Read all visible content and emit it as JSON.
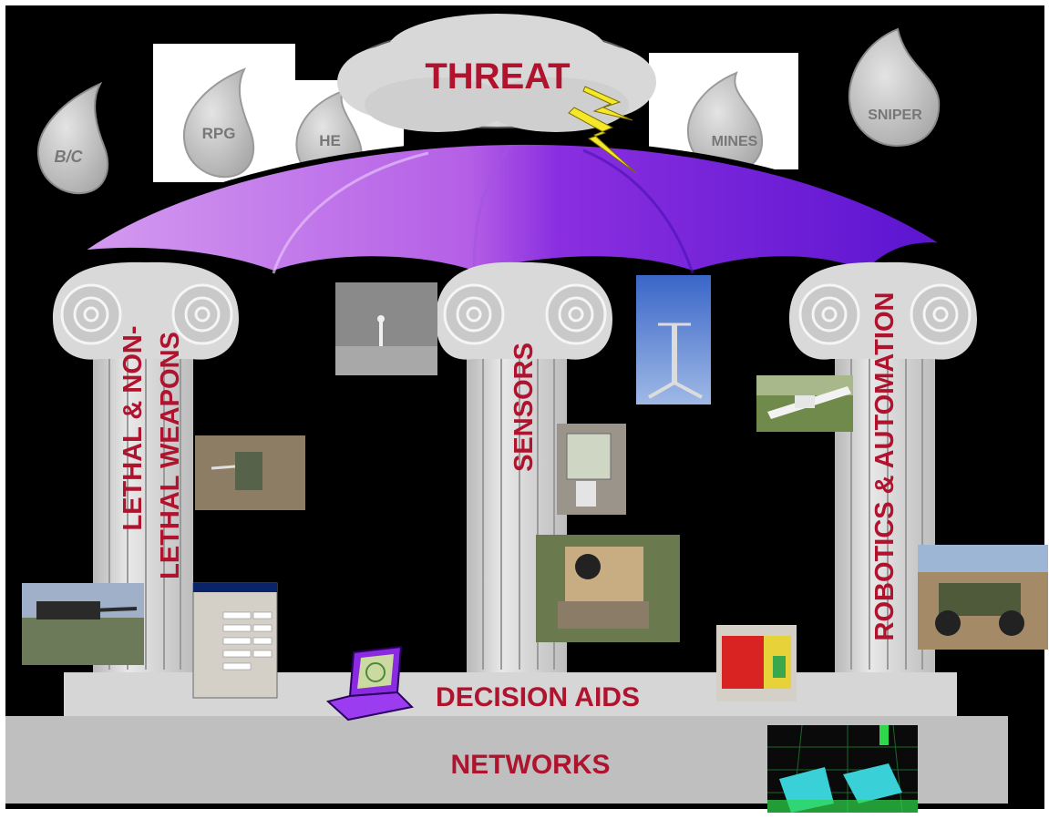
{
  "threat_title": "THREAT",
  "threats": {
    "bc": "B/C",
    "rpg": "RPG",
    "he": "HE",
    "mines": "MINES",
    "sniper": "SNIPER"
  },
  "pillars": {
    "left": [
      "LETHAL & NON-",
      "LETHAL WEAPONS"
    ],
    "center": "SENSORS",
    "right": "ROBOTICS & AUTOMATION"
  },
  "decision_aids": "DECISION AIDS",
  "networks": "NETWORKS",
  "colors": {
    "background": "#000000",
    "label_red": "#b0132d",
    "umbrella_light": "#c77be6",
    "umbrella_dark": "#6a1ad8",
    "column_grey": "#d6d6d6",
    "drop_grey": "#cfcfcf",
    "lightning": "#f5e829"
  }
}
